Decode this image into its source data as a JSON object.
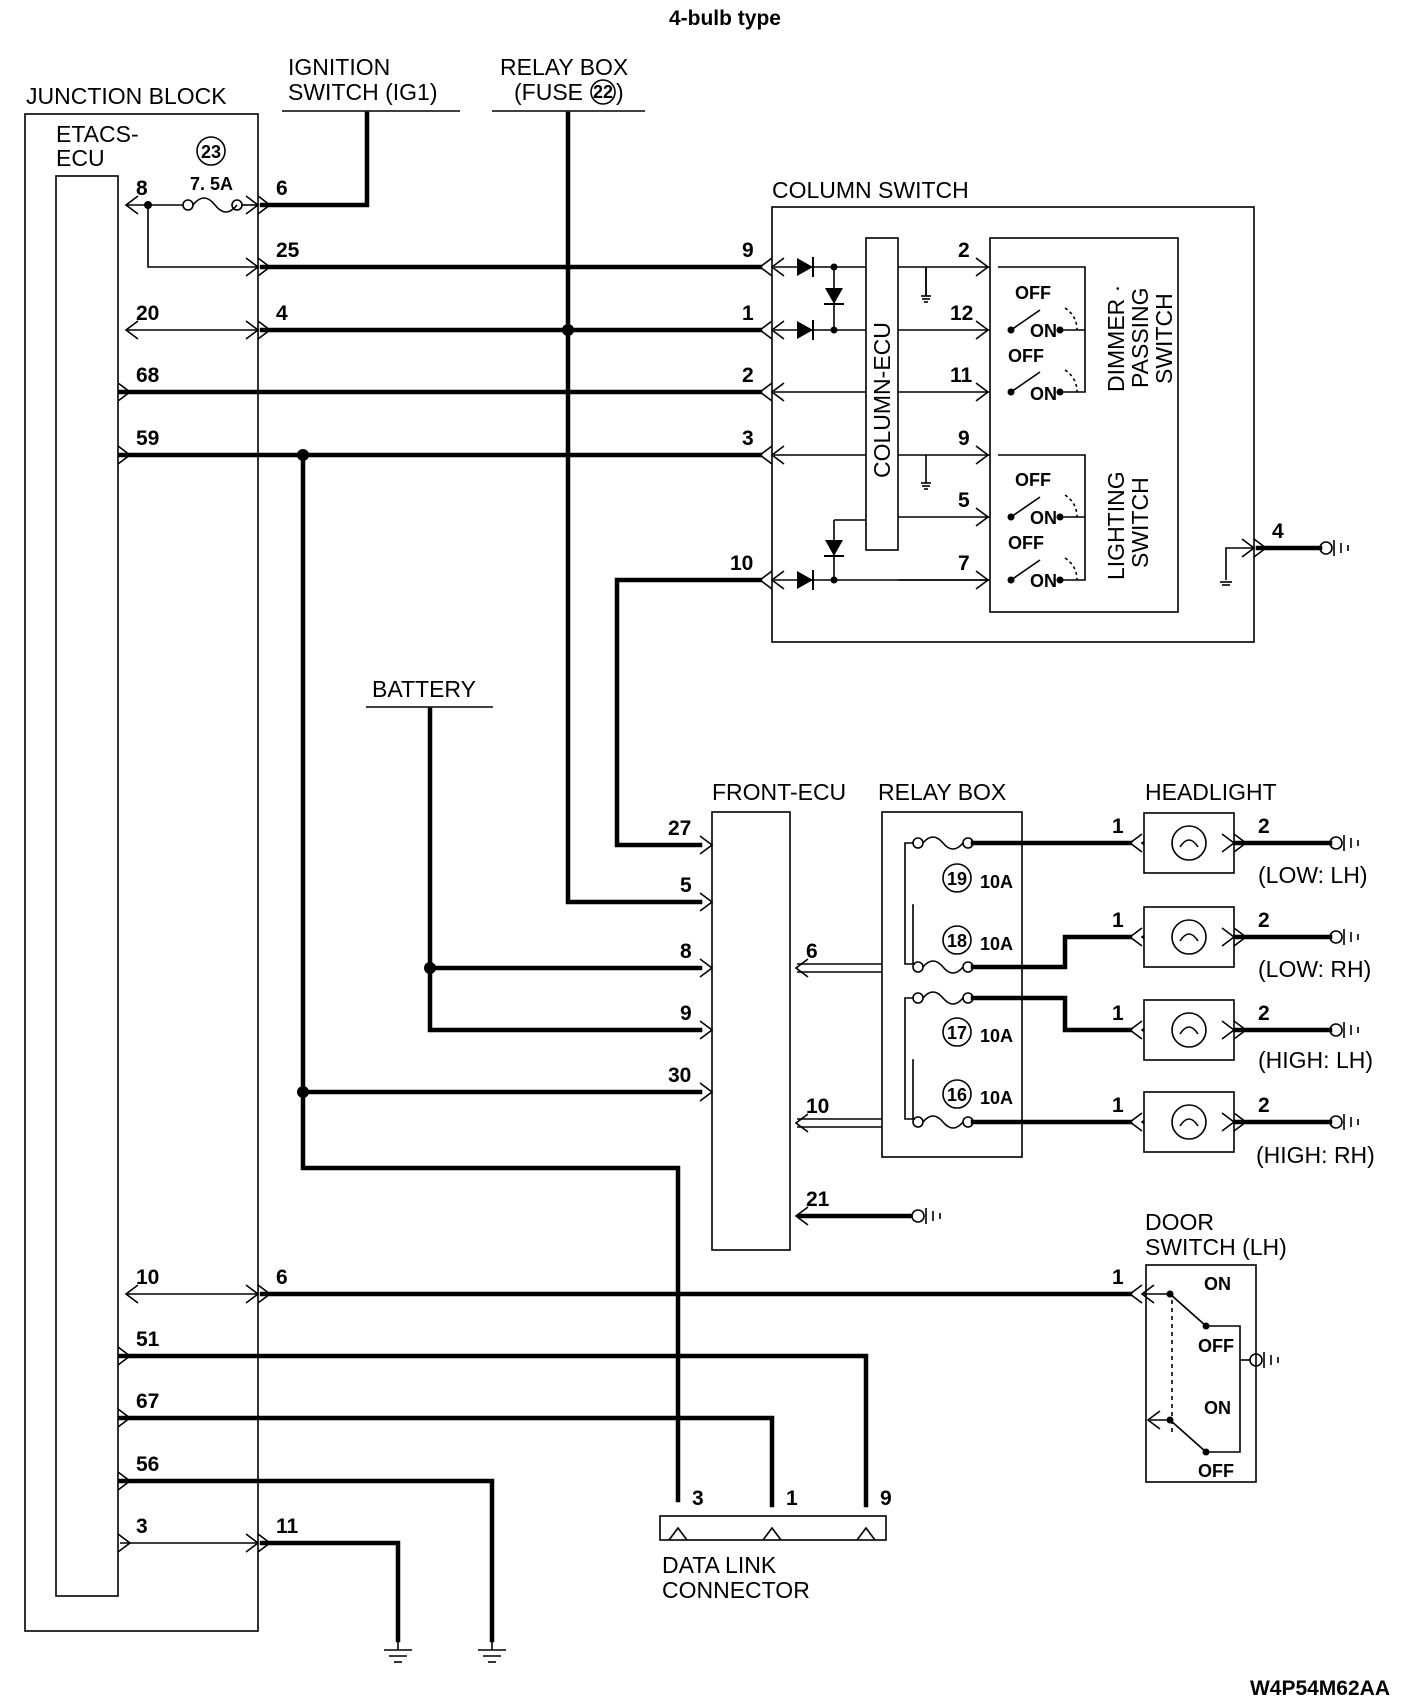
{
  "title": "4-bulb type",
  "figure_id": "W4P54M62AA",
  "labels": {
    "junction_block": "JUNCTION BLOCK",
    "etacs_ecu_1": "ETACS-",
    "etacs_ecu_2": "ECU",
    "fuse23_num": "23",
    "fuse23_rating": "7. 5A",
    "ignition_1": "IGNITION",
    "ignition_2": "SWITCH (IG1)",
    "relaybox_top_1": "RELAY BOX",
    "relaybox_top_2": "(FUSE",
    "relaybox_top_fuse": "22",
    "relaybox_top_close": ")",
    "column_switch": "COLUMN SWITCH",
    "column_ecu": "COLUMN-ECU",
    "dimmer_1": "DIMMER ·",
    "dimmer_2": "PASSING",
    "dimmer_3": "SWITCH",
    "lighting_1": "LIGHTING",
    "lighting_2": "SWITCH",
    "battery": "BATTERY",
    "front_ecu": "FRONT-ECU",
    "relay_box": "RELAY BOX",
    "headlight": "HEADLIGHT",
    "door_1": "DOOR",
    "door_2": "SWITCH (LH)",
    "dlc_1": "DATA LINK",
    "dlc_2": "CONNECTOR",
    "off": "OFF",
    "on": "ON",
    "hl_low_lh": "(LOW: LH)",
    "hl_low_rh": "(LOW: RH)",
    "hl_high_lh": "(HIGH: LH)",
    "hl_high_rh": "(HIGH: RH)",
    "fuse19": "19",
    "fuse18": "18",
    "fuse17": "17",
    "fuse16": "16",
    "fuse_rating": "10A"
  },
  "pins": {
    "ecu_8": "8",
    "ecu_20": "20",
    "ecu_68": "68",
    "ecu_59": "59",
    "ecu_10": "10",
    "ecu_51": "51",
    "ecu_67": "67",
    "ecu_56": "56",
    "ecu_3": "3",
    "jb_6": "6",
    "jb_25": "25",
    "jb_4": "4",
    "jb_6b": "6",
    "jb_11": "11",
    "cs_9": "9",
    "cs_1": "1",
    "cs_2": "2",
    "cs_3": "3",
    "cs_10": "10",
    "cs_4": "4",
    "sw_2": "2",
    "sw_12": "12",
    "sw_11": "11",
    "sw_9": "9",
    "sw_5": "5",
    "sw_7": "7",
    "fe_27": "27",
    "fe_5": "5",
    "fe_8": "8",
    "fe_9": "9",
    "fe_30": "30",
    "fe_6": "6",
    "fe_10": "10",
    "fe_21": "21",
    "hl_1": "1",
    "hl_2": "2",
    "door_1": "1",
    "dlc_3": "3",
    "dlc_1": "1",
    "dlc_9": "9"
  }
}
